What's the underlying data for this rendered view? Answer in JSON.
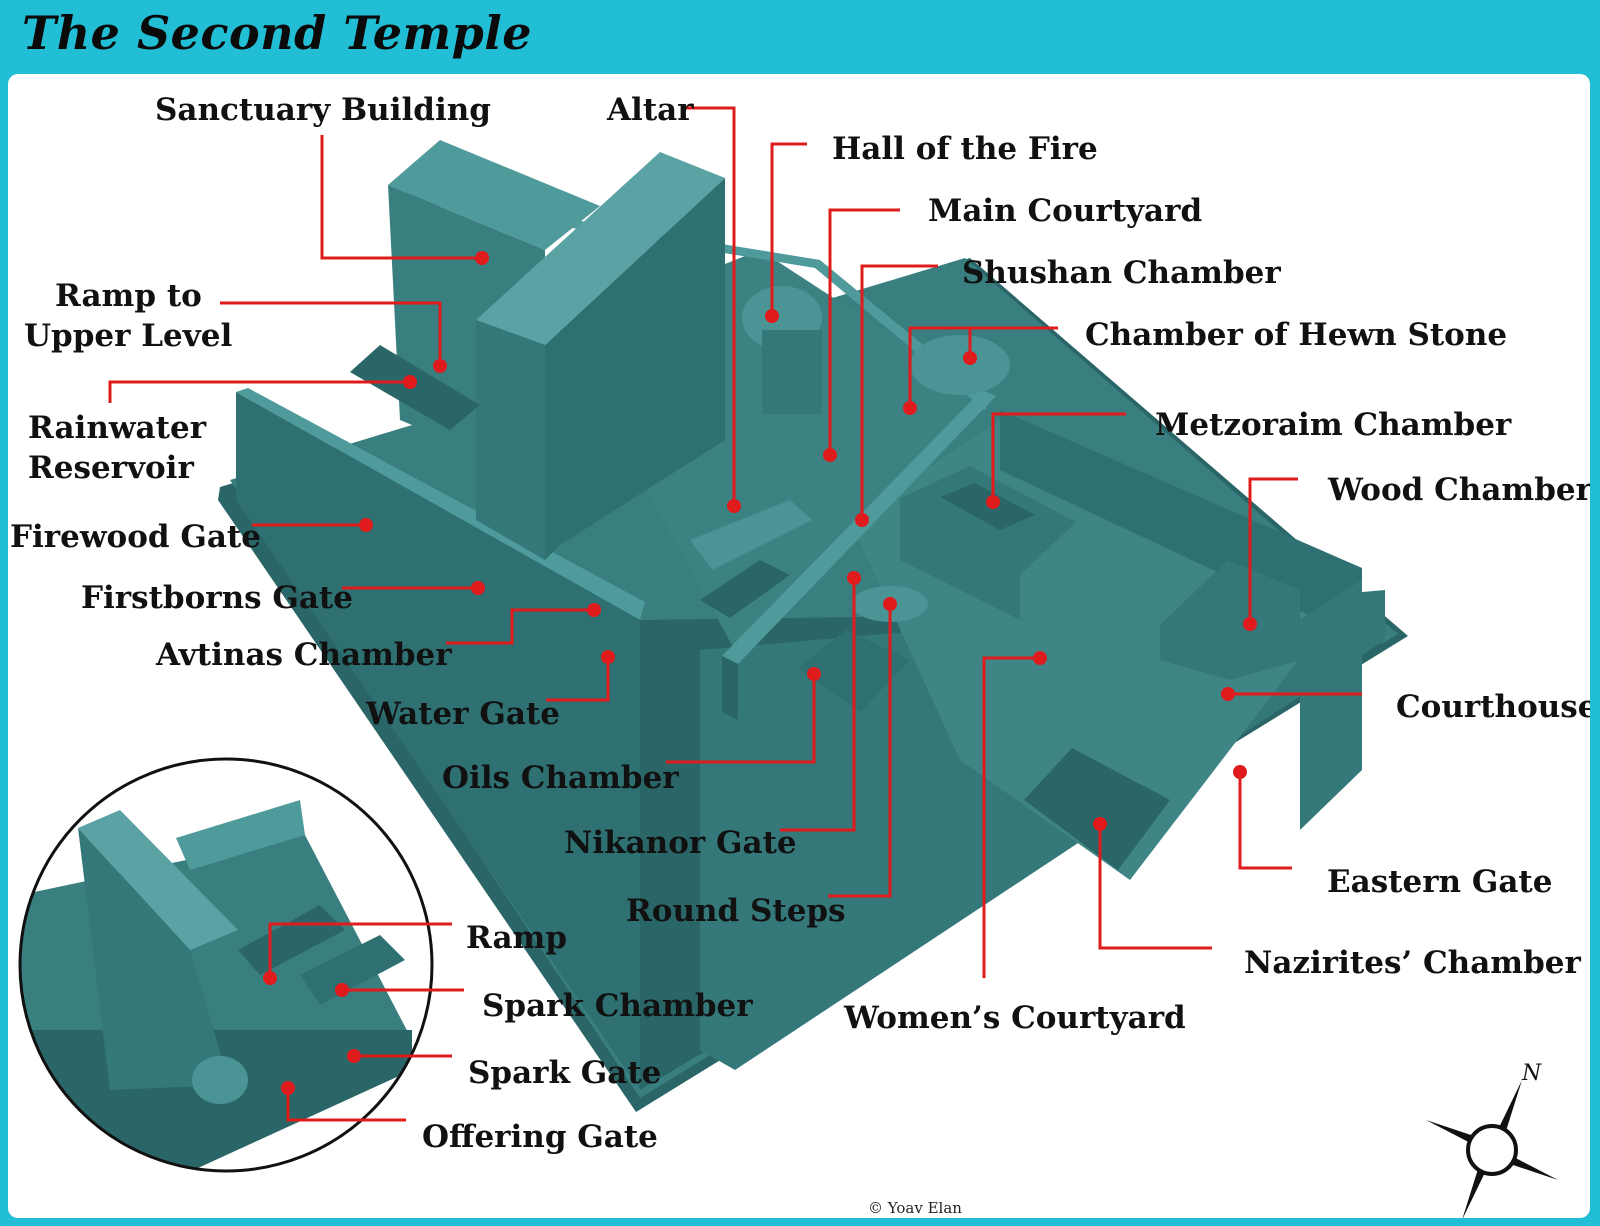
{
  "title": "The Second Temple",
  "credit": "© Yoav Elan",
  "compass": {
    "letter": "N"
  },
  "labels": {
    "sanctuary_building": "Sanctuary Building",
    "altar": "Altar",
    "hall_of_the_fire": "Hall of the Fire",
    "main_courtyard": "Main Courtyard",
    "shushan_chamber": "Shushan Chamber",
    "chamber_of_hewn_stone": "Chamber of Hewn Stone",
    "ramp_to_upper_level_1": "Ramp to",
    "ramp_to_upper_level_2": "Upper Level",
    "rainwater_reservoir_1": "Rainwater",
    "rainwater_reservoir_2": "Reservoir",
    "metzoraim_chamber": "Metzoraim Chamber",
    "wood_chamber": "Wood Chamber",
    "firewood_gate": "Firewood Gate",
    "firstborns_gate": "Firstborns Gate",
    "avtinas_chamber": "Avtinas Chamber",
    "water_gate": "Water Gate",
    "courthouse": "Courthouse",
    "oils_chamber": "Oils Chamber",
    "nikanor_gate": "Nikanor Gate",
    "round_steps": "Round Steps",
    "eastern_gate": "Eastern Gate",
    "nazirites_chamber": "Nazirites’ Chamber",
    "womens_courtyard": "Women’s Courtyard",
    "ramp": "Ramp",
    "spark_chamber": "Spark Chamber",
    "spark_gate": "Spark Gate",
    "offering_gate": "Offering Gate"
  },
  "colors": {
    "frame": "#22bed6",
    "model": "#3c8586",
    "model_dark": "#2a6667",
    "model_light": "#4f9a9b",
    "leader": "#e01b1b"
  }
}
